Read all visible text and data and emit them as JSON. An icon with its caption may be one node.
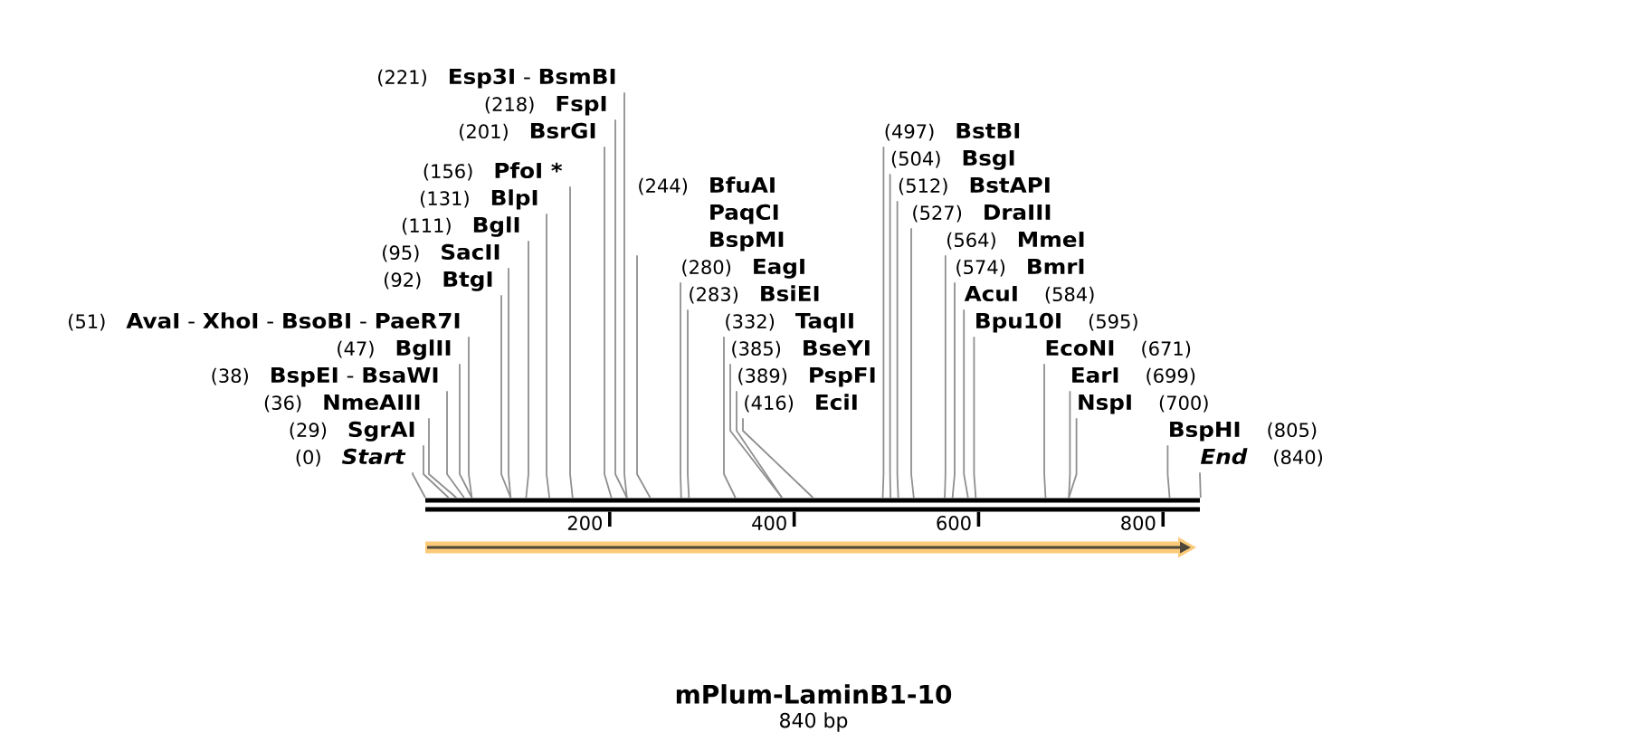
{
  "diagram": {
    "title": "mPlum-LaminB1-10",
    "caption": "840 bp",
    "nodes": [
      {
        "text": [
          "(221)",
          "**Esp3I** - **BsmBI**"
        ]
      },
      {
        "text": [
          "(218)",
          "FspI"
        ]
      },
      {
        "text": [
          "(201)",
          "BsrGI"
        ]
      },
      {
        "text": [
          "(416)",
          "EciI"
        ]
      },
      {
        "text": [
          "(156)",
          "PfoI *"
        ]
      },
      {
        "text": [
          "(389)",
          "PspFI"
        ]
      },
      {
        "text": [
          "(131)",
          "BlpI"
        ]
      },
      {
        "text": [
          "(385)",
          "BseYI"
        ]
      },
      {
        "text": [
          "(111)",
          "BglI"
        ]
      },
      {
        "text": [
          "(332)",
          "TaqII"
        ]
      },
      {
        "text": [
          "(95)",
          "SacII"
        ]
      },
      {
        "text": [
          "AcuI",
          "(584)"
        ]
      },
      {
        "text": [
          "(92)",
          "BtgI"
        ]
      },
      {
        "text": [
          "(283)",
          "BsiEI"
        ]
      },
      {
        "text": [
          "Bpu10I",
          "(595)"
        ]
      },
      {
        "text": [
          "(280)",
          "EagI"
        ]
      },
      {
        "text": [
          "(574)",
          "BmrI"
        ]
      },
      {
        "text": [
          "(51)",
          "**AvaI** - **XhoI** - **BsoBI** - **PaeR7I**"
        ]
      },
      {
        "text": [
          "EcoNI",
          "(671)"
        ]
      },
      {
        "text": [
          "(564)",
          "MmeI"
        ]
      },
      {
        "text": [
          "(47)",
          "BglII"
        ]
      },
      {
        "text": [
          "EarI",
          "(699)"
        ]
      },
      {
        "text": [
          "(38)",
          "**BspEI** - **BsaWI**"
        ]
      },
      {
        "text": [
          "(527)",
          "DraIII"
        ]
      },
      {
        "text": [
          "NspI",
          "(700)"
        ]
      },
      {
        "text": [
          "(36)",
          "NmeAIII"
        ]
      },
      {
        "text": [
          "(244)",
          "BfuAI",
          "PaqCI",
          "BspMI"
        ]
      },
      {
        "text": [
          "(512)",
          "BstAPI"
        ]
      },
      {
        "text": [
          "BspHI",
          "(805)"
        ]
      },
      {
        "text": [
          "(29)",
          "SgrAI"
        ]
      },
      {
        "text": [
          "(504)",
          "BsgI"
        ]
      },
      {
        "text": [
          "(0)",
          "Start"
        ]
      },
      {
        "text": [
          "(497)",
          "BstBI"
        ]
      },
      {
        "text": [
          "End",
          "(840)"
        ]
      },
      {
        "text": [],
        "shape": "bar"
      }
    ],
    "edges": [
      {
        "from": 0,
        "to": 34,
        "arrow": "none"
      },
      {
        "from": 1,
        "to": 34,
        "arrow": "none"
      },
      {
        "from": 2,
        "to": 34,
        "arrow": "none"
      },
      {
        "from": 3,
        "to": 34,
        "arrow": "none"
      },
      {
        "from": 4,
        "to": 34,
        "arrow": "none"
      },
      {
        "from": 5,
        "to": 34,
        "arrow": "none"
      },
      {
        "from": 6,
        "to": 34,
        "arrow": "none"
      },
      {
        "from": 7,
        "to": 34,
        "arrow": "none"
      },
      {
        "from": 8,
        "to": 34,
        "arrow": "none"
      },
      {
        "from": 9,
        "to": 34,
        "arrow": "none"
      },
      {
        "from": 10,
        "to": 34,
        "arrow": "none"
      },
      {
        "from": 11,
        "to": 34,
        "arrow": "none"
      },
      {
        "from": 12,
        "to": 34,
        "arrow": "none"
      },
      {
        "from": 13,
        "to": 34,
        "arrow": "none"
      },
      {
        "from": 14,
        "to": 34,
        "arrow": "none"
      },
      {
        "from": 15,
        "to": 34,
        "arrow": "none"
      },
      {
        "from": 16,
        "to": 34,
        "arrow": "none"
      },
      {
        "from": 17,
        "to": 34,
        "arrow": "none"
      },
      {
        "from": 18,
        "to": 34,
        "arrow": "none"
      },
      {
        "from": 19,
        "to": 34,
        "arrow": "none"
      },
      {
        "from": 20,
        "to": 34,
        "arrow": "none"
      },
      {
        "from": 21,
        "to": 34,
        "arrow": "none"
      },
      {
        "from": 22,
        "to": 34,
        "arrow": "none"
      },
      {
        "from": 23,
        "to": 34,
        "arrow": "none"
      },
      {
        "from": 24,
        "to": 34,
        "arrow": "none"
      },
      {
        "from": 25,
        "to": 34,
        "arrow": "none"
      },
      {
        "from": 26,
        "to": 34,
        "arrow": "none"
      },
      {
        "from": 27,
        "to": 34,
        "arrow": "none"
      },
      {
        "from": 28,
        "to": 34,
        "arrow": "none"
      },
      {
        "from": 29,
        "to": 34,
        "arrow": "none"
      },
      {
        "from": 30,
        "to": 34,
        "arrow": "none"
      },
      {
        "from": 31,
        "to": 34,
        "arrow": "none"
      },
      {
        "from": 32,
        "to": 34,
        "arrow": "none"
      },
      {
        "from": 33,
        "to": 34,
        "arrow": "none"
      }
    ],
    "labels": [
      "200",
      "400",
      "600",
      "800"
    ]
  }
}
